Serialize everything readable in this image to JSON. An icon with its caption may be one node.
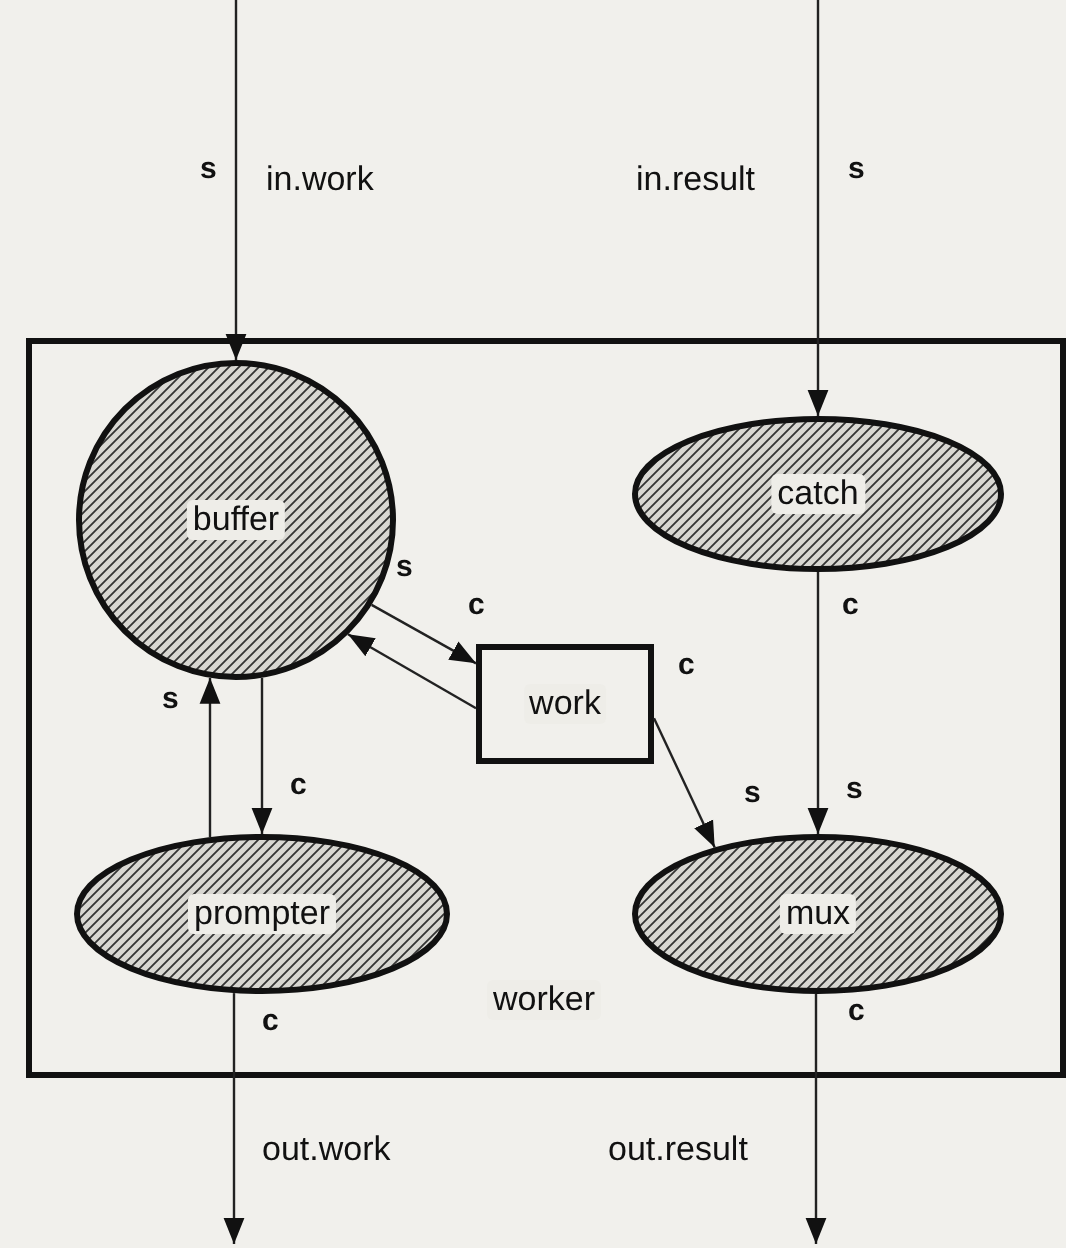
{
  "diagram": {
    "nodes": [
      {
        "text": [
          "worker"
        ]
      },
      {
        "text": [
          "buffer"
        ],
        "in": 0
      },
      {
        "text": [
          "catch"
        ],
        "in": 0
      },
      {
        "text": [
          "work"
        ],
        "in": 0
      },
      {
        "text": [
          "prompter"
        ],
        "in": 0
      },
      {
        "text": [
          "mux"
        ],
        "in": 0
      }
    ],
    "edges": [
      {
        "from": null,
        "to": 1,
        "arrow": "to",
        "label": "in.work"
      },
      {
        "from": null,
        "to": 2,
        "arrow": "to",
        "label": "in.result"
      },
      {
        "from": 1,
        "to": 3,
        "arrow": "to"
      },
      {
        "from": 3,
        "to": 1,
        "arrow": "to"
      },
      {
        "from": 4,
        "to": 1,
        "arrow": "to"
      },
      {
        "from": 1,
        "to": 4,
        "arrow": "to"
      },
      {
        "from": 3,
        "to": 5,
        "arrow": "to"
      },
      {
        "from": 2,
        "to": 5,
        "arrow": "to"
      },
      {
        "from": 4,
        "to": null,
        "arrow": "to",
        "label": "out.work"
      },
      {
        "from": 5,
        "to": null,
        "arrow": "to",
        "label": "out.result"
      }
    ],
    "labels": [
      "s",
      "s",
      "s",
      "c",
      "c",
      "c",
      "s",
      "c",
      "s",
      "s",
      "c",
      "c"
    ]
  }
}
